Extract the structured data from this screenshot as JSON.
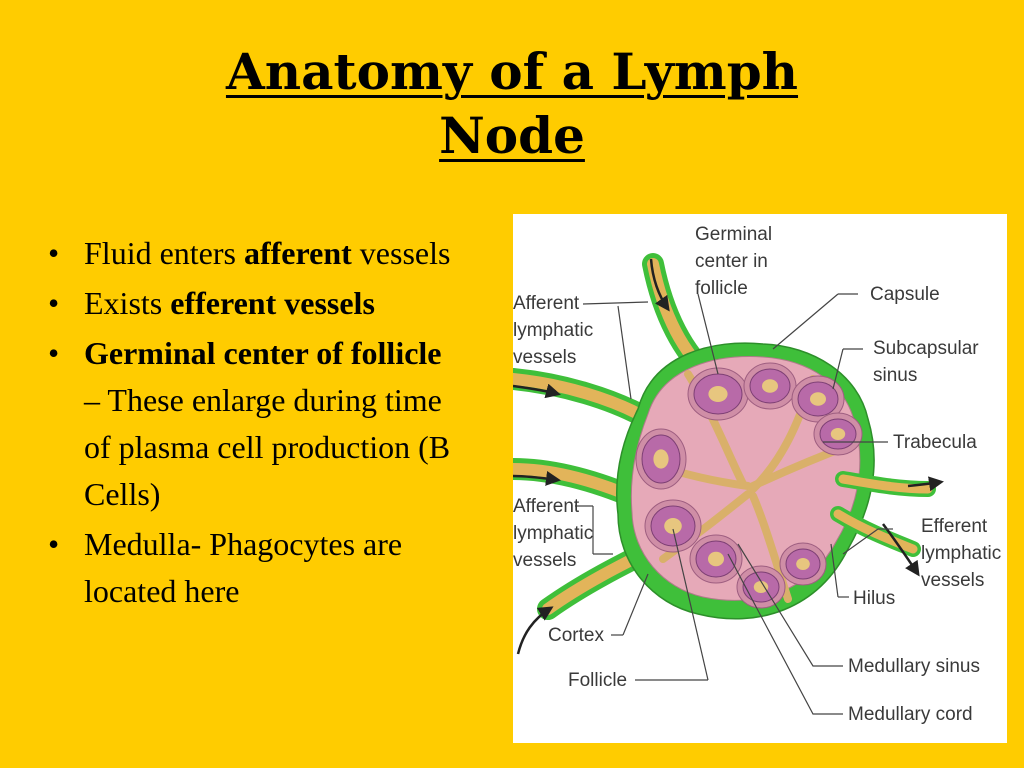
{
  "slide": {
    "background": "#FFCC00",
    "title_line1": "Anatomy of a Lymph",
    "title_line2": "Node"
  },
  "bullets": [
    {
      "parts": [
        {
          "text": "Fluid enters ",
          "bold": false
        },
        {
          "text": "afferent",
          "bold": true
        },
        {
          "text": " vessels",
          "bold": false
        }
      ]
    },
    {
      "parts": [
        {
          "text": "Exists ",
          "bold": false
        },
        {
          "text": "efferent vessels",
          "bold": true
        }
      ]
    },
    {
      "parts": [
        {
          "text": "Germinal center of follicle",
          "bold": true
        },
        {
          "text": " – These enlarge during time of plasma cell production (B Cells)",
          "bold": false
        }
      ]
    },
    {
      "parts": [
        {
          "text": "Medulla- Phagocytes are located here",
          "bold": false
        }
      ]
    }
  ],
  "diagram": {
    "labels": {
      "germinal_center_1": "Germinal",
      "germinal_center_2": "center in",
      "germinal_center_3": "follicle",
      "afferent_top_1": "Afferent",
      "afferent_top_2": "lymphatic",
      "afferent_top_3": "vessels",
      "capsule": "Capsule",
      "subcapsular_1": "Subcapsular",
      "subcapsular_2": "sinus",
      "trabecula": "Trabecula",
      "afferent_bottom_1": "Afferent",
      "afferent_bottom_2": "lymphatic",
      "afferent_bottom_3": "vessels",
      "efferent_1": "Efferent",
      "efferent_2": "lymphatic",
      "efferent_3": "vessels",
      "hilus": "Hilus",
      "cortex": "Cortex",
      "follicle": "Follicle",
      "medullary_sinus": "Medullary sinus",
      "medullary_cord": "Medullary cord"
    },
    "colors": {
      "capsule": "#3fbf3a",
      "node_tissue": "#e6a9b8",
      "follicle": "#b86aa8",
      "germinal_center": "#e7c67f",
      "vessel": "#e2b45a",
      "arrow": "#222222"
    }
  }
}
